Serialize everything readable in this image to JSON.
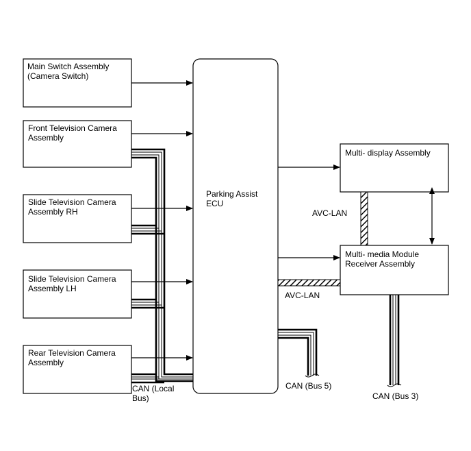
{
  "boxes": {
    "main_switch": {
      "line1": "Main Switch Assembly",
      "line2": "(Camera Switch)"
    },
    "front_camera": {
      "line1": "Front Television Camera",
      "line2": "Assembly"
    },
    "slide_rh": {
      "line1": "Slide Television Camera",
      "line2": "Assembly RH"
    },
    "slide_lh": {
      "line1": "Slide Television Camera",
      "line2": "Assembly LH"
    },
    "rear_camera": {
      "line1": "Rear Television Camera",
      "line2": "Assembly"
    },
    "ecu": {
      "line1": "Parking Assist",
      "line2": "ECU"
    },
    "multi_display": {
      "line1": "Multi- display Assembly"
    },
    "receiver": {
      "line1": "Multi- media Module",
      "line2": "Receiver Assembly"
    }
  },
  "labels": {
    "avc_lan_upper": "AVC-LAN",
    "avc_lan_lower": "AVC-LAN",
    "can_local_1": "CAN (Local",
    "can_local_2": "Bus)",
    "can_bus5": "CAN (Bus 5)",
    "can_bus3": "CAN (Bus 3)"
  }
}
